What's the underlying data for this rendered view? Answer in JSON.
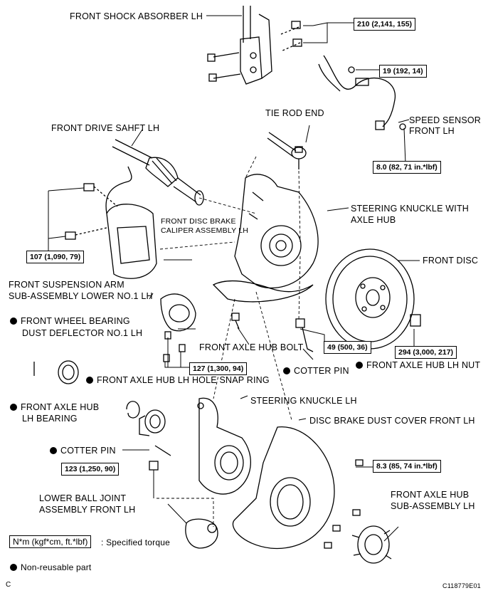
{
  "labels": {
    "front_shock_absorber": "FRONT SHOCK ABSORBER LH",
    "tie_rod_end": "TIE ROD END",
    "speed_sensor_1": "SPEED SENSOR",
    "speed_sensor_2": "FRONT LH",
    "front_drive_shaft": "FRONT DRIVE SAHFT LH",
    "steering_knuckle_hub_1": "STEERING KNUCKLE WITH",
    "steering_knuckle_hub_2": "AXLE HUB",
    "caliper_1": "FRONT DISC BRAKE",
    "caliper_2": "CALIPER ASSEMBLY LH",
    "front_disc": "FRONT DISC",
    "suspension_arm_1": "FRONT SUSPENSION ARM",
    "suspension_arm_2": "SUB-ASSEMBLY LOWER NO.1 LH",
    "dust_deflector_1": "FRONT WHEEL BEARING",
    "dust_deflector_2": "DUST DEFLECTOR NO.1 LH",
    "hub_bolt": "FRONT AXLE HUB BOLT",
    "cotter_pin_1": "COTTER PIN",
    "hub_nut": "FRONT AXLE HUB LH NUT",
    "snap_ring": "FRONT AXLE HUB LH HOLE SNAP RING",
    "bearing_1": "FRONT AXLE HUB",
    "bearing_2": "LH BEARING",
    "steering_knuckle": "STEERING KNUCKLE LH",
    "dust_cover": "DISC BRAKE DUST COVER FRONT LH",
    "cotter_pin_2": "COTTER PIN",
    "ball_joint_1": "LOWER BALL JOINT",
    "ball_joint_2": "ASSEMBLY FRONT LH",
    "hub_sub_1": "FRONT AXLE HUB",
    "hub_sub_2": "SUB-ASSEMBLY LH"
  },
  "torques": {
    "t210": "210 (2,141, 155)",
    "t19": "19 (192, 14)",
    "t8_0": "8.0 (82, 71 in.*lbf)",
    "t107": "107 (1,090, 79)",
    "t49": "49 (500, 36)",
    "t294": "294 (3,000, 217)",
    "t127": "127 (1,300, 94)",
    "t8_3": "8.3 (85, 74 in.*lbf)",
    "t123": "123 (1,250, 90)"
  },
  "legend": {
    "unit_box": "N*m (kgf*cm, ft.*lbf)",
    "unit_text": ": Specified torque",
    "non_reusable": "Non-reusable part"
  },
  "footer": {
    "corner_letter": "C",
    "figure_code": "C118779E01"
  }
}
